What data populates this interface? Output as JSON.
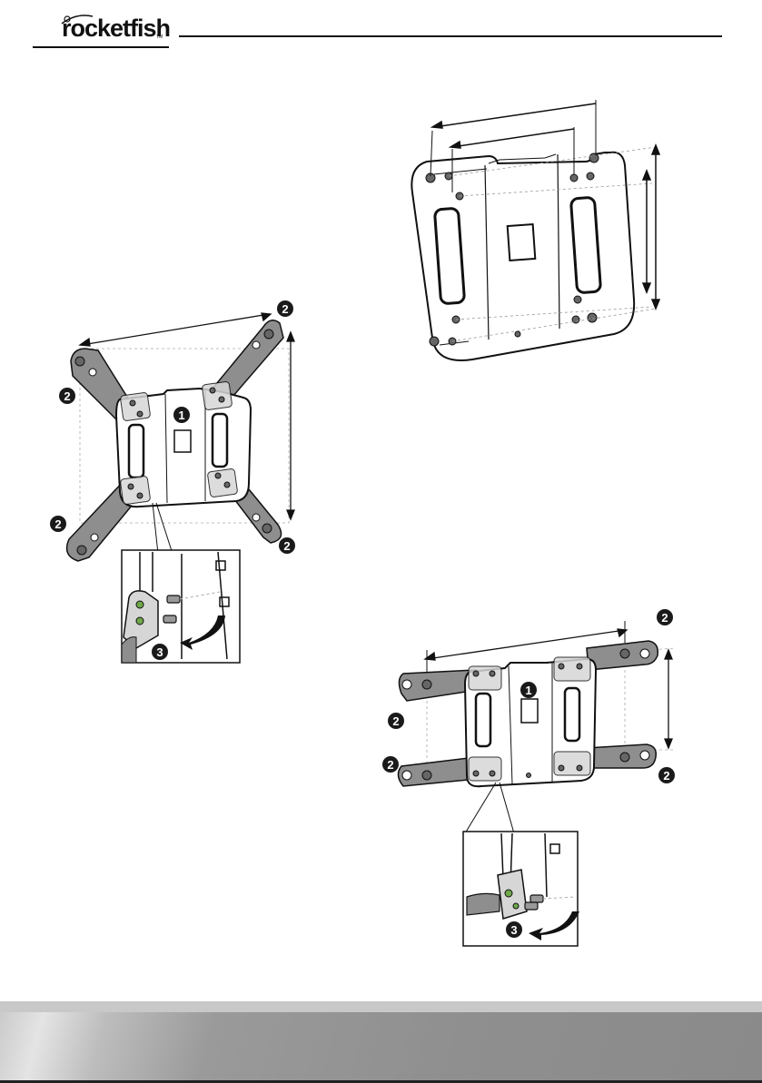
{
  "header": {
    "brand": "rocketfish",
    "trademark": "TM"
  },
  "figures": {
    "wall_plate": {
      "callouts": []
    },
    "x_mount": {
      "callouts": [
        "1",
        "2",
        "2",
        "2",
        "2",
        "3"
      ]
    },
    "h_mount": {
      "callouts": [
        "1",
        "2",
        "2",
        "2",
        "2",
        "3"
      ]
    }
  },
  "colors": {
    "line": "#111111",
    "bracket_gray": "#8e8e8e",
    "callout_bg": "#1a1a1a",
    "screw_green": "#6fa84a"
  }
}
